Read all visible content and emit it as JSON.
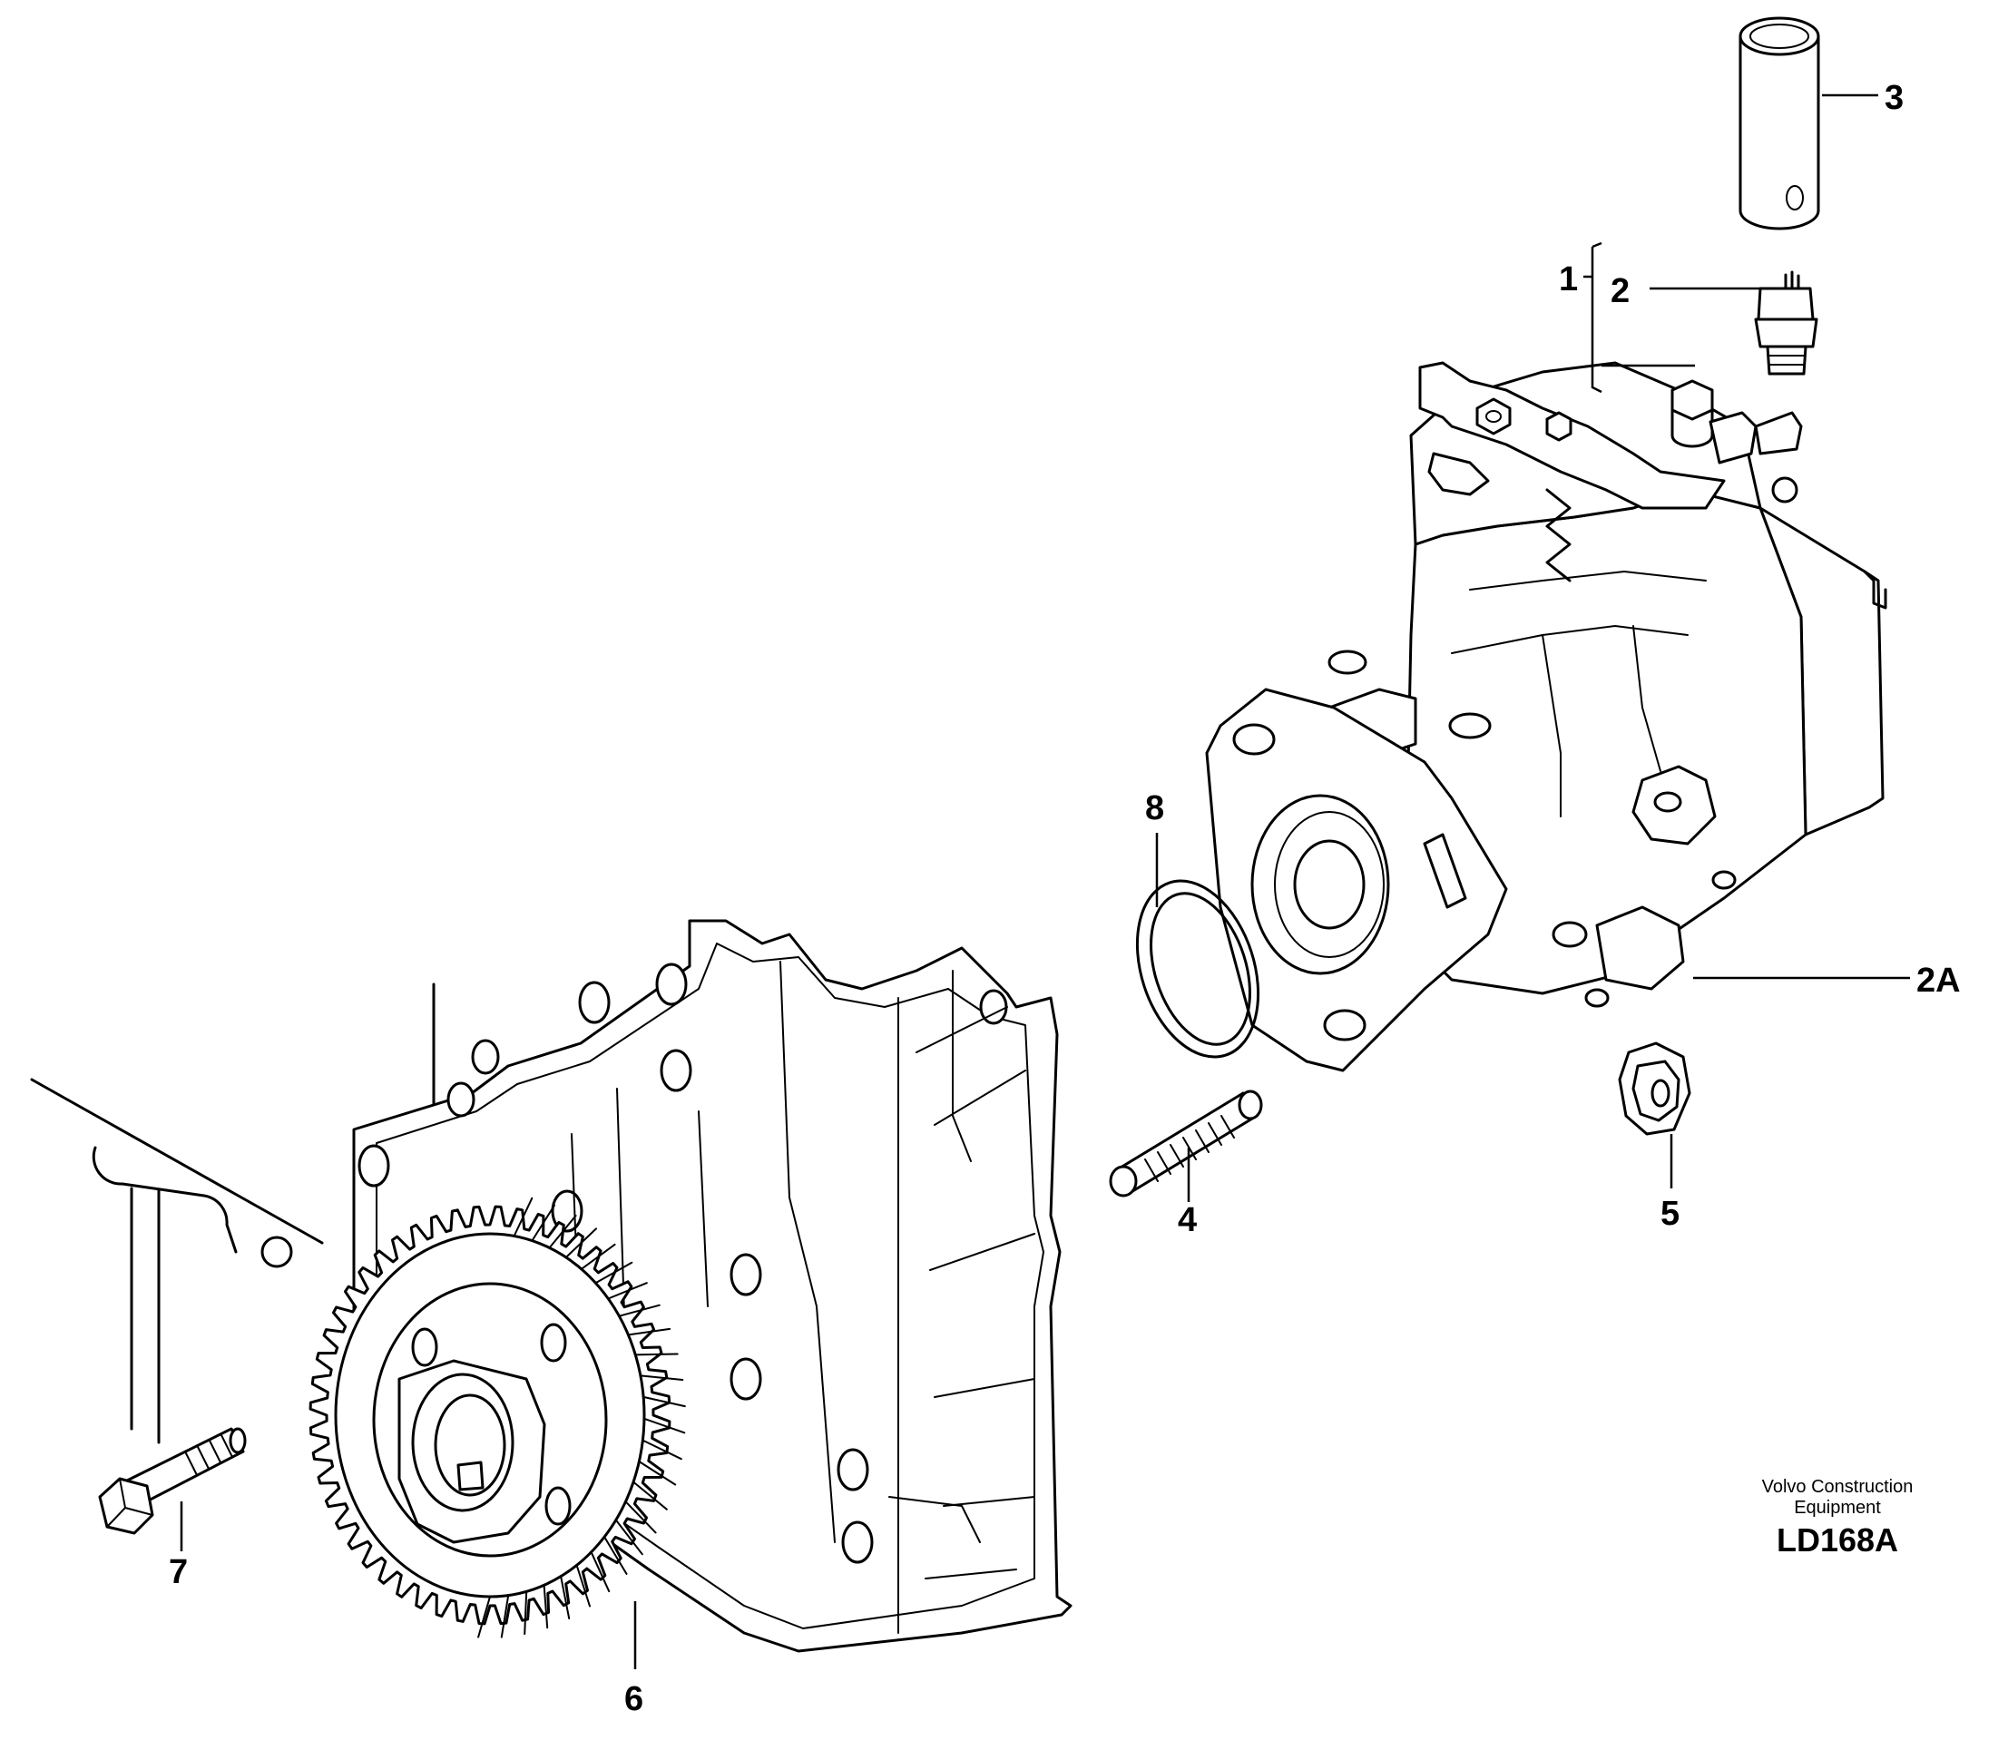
{
  "callouts": {
    "c1": "1",
    "c2": "2",
    "c3": "3",
    "c2a": "2A",
    "c4": "4",
    "c5": "5",
    "c6": "6",
    "c7": "7",
    "c8": "8"
  },
  "credit": {
    "line1": "Volvo Construction",
    "line2": "Equipment",
    "code": "LD168A"
  }
}
